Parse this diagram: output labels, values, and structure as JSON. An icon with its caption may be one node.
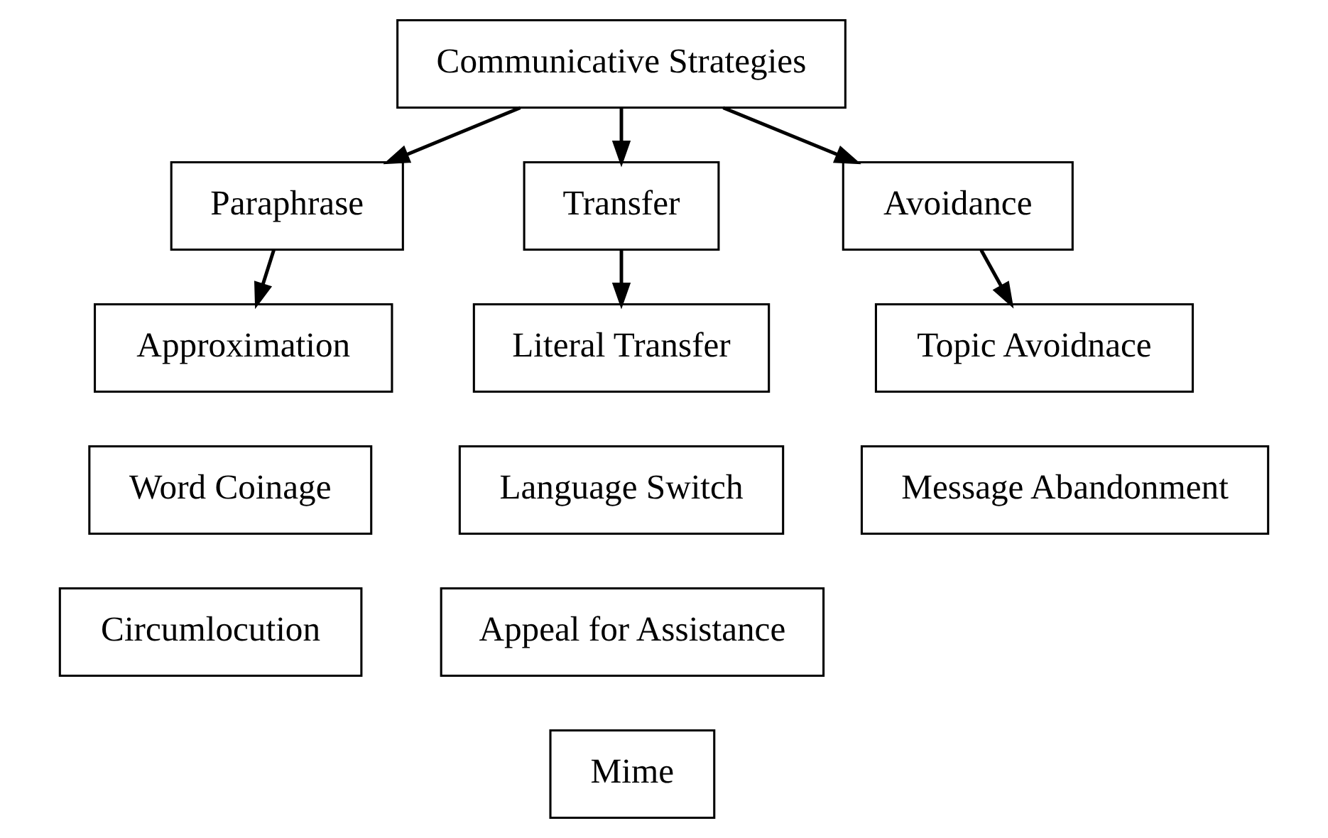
{
  "diagram": {
    "nodes": [
      {
        "text": [
          "Communicative Strategies"
        ]
      },
      {
        "text": [
          "Paraphrase"
        ]
      },
      {
        "text": [
          "Transfer"
        ]
      },
      {
        "text": [
          "Avoidance"
        ]
      },
      {
        "text": [
          "Approximation"
        ]
      },
      {
        "text": [
          "Word Coinage"
        ]
      },
      {
        "text": [
          "Circumlocution"
        ]
      },
      {
        "text": [
          "Literal Transfer"
        ]
      },
      {
        "text": [
          "Language Switch"
        ]
      },
      {
        "text": [
          "Appeal for Assistance"
        ]
      },
      {
        "text": [
          "Mime"
        ]
      },
      {
        "text": [
          "Topic Avoidnace"
        ]
      },
      {
        "text": [
          "Message Abandonment"
        ]
      }
    ],
    "edges": [
      {
        "from": 0,
        "to": 1,
        "arrow": "to"
      },
      {
        "from": 0,
        "to": 2,
        "arrow": "to"
      },
      {
        "from": 0,
        "to": 3,
        "arrow": "to"
      },
      {
        "from": 1,
        "to": 4,
        "arrow": "to"
      },
      {
        "from": 2,
        "to": 7,
        "arrow": "to"
      },
      {
        "from": 3,
        "to": 11,
        "arrow": "to"
      }
    ]
  }
}
